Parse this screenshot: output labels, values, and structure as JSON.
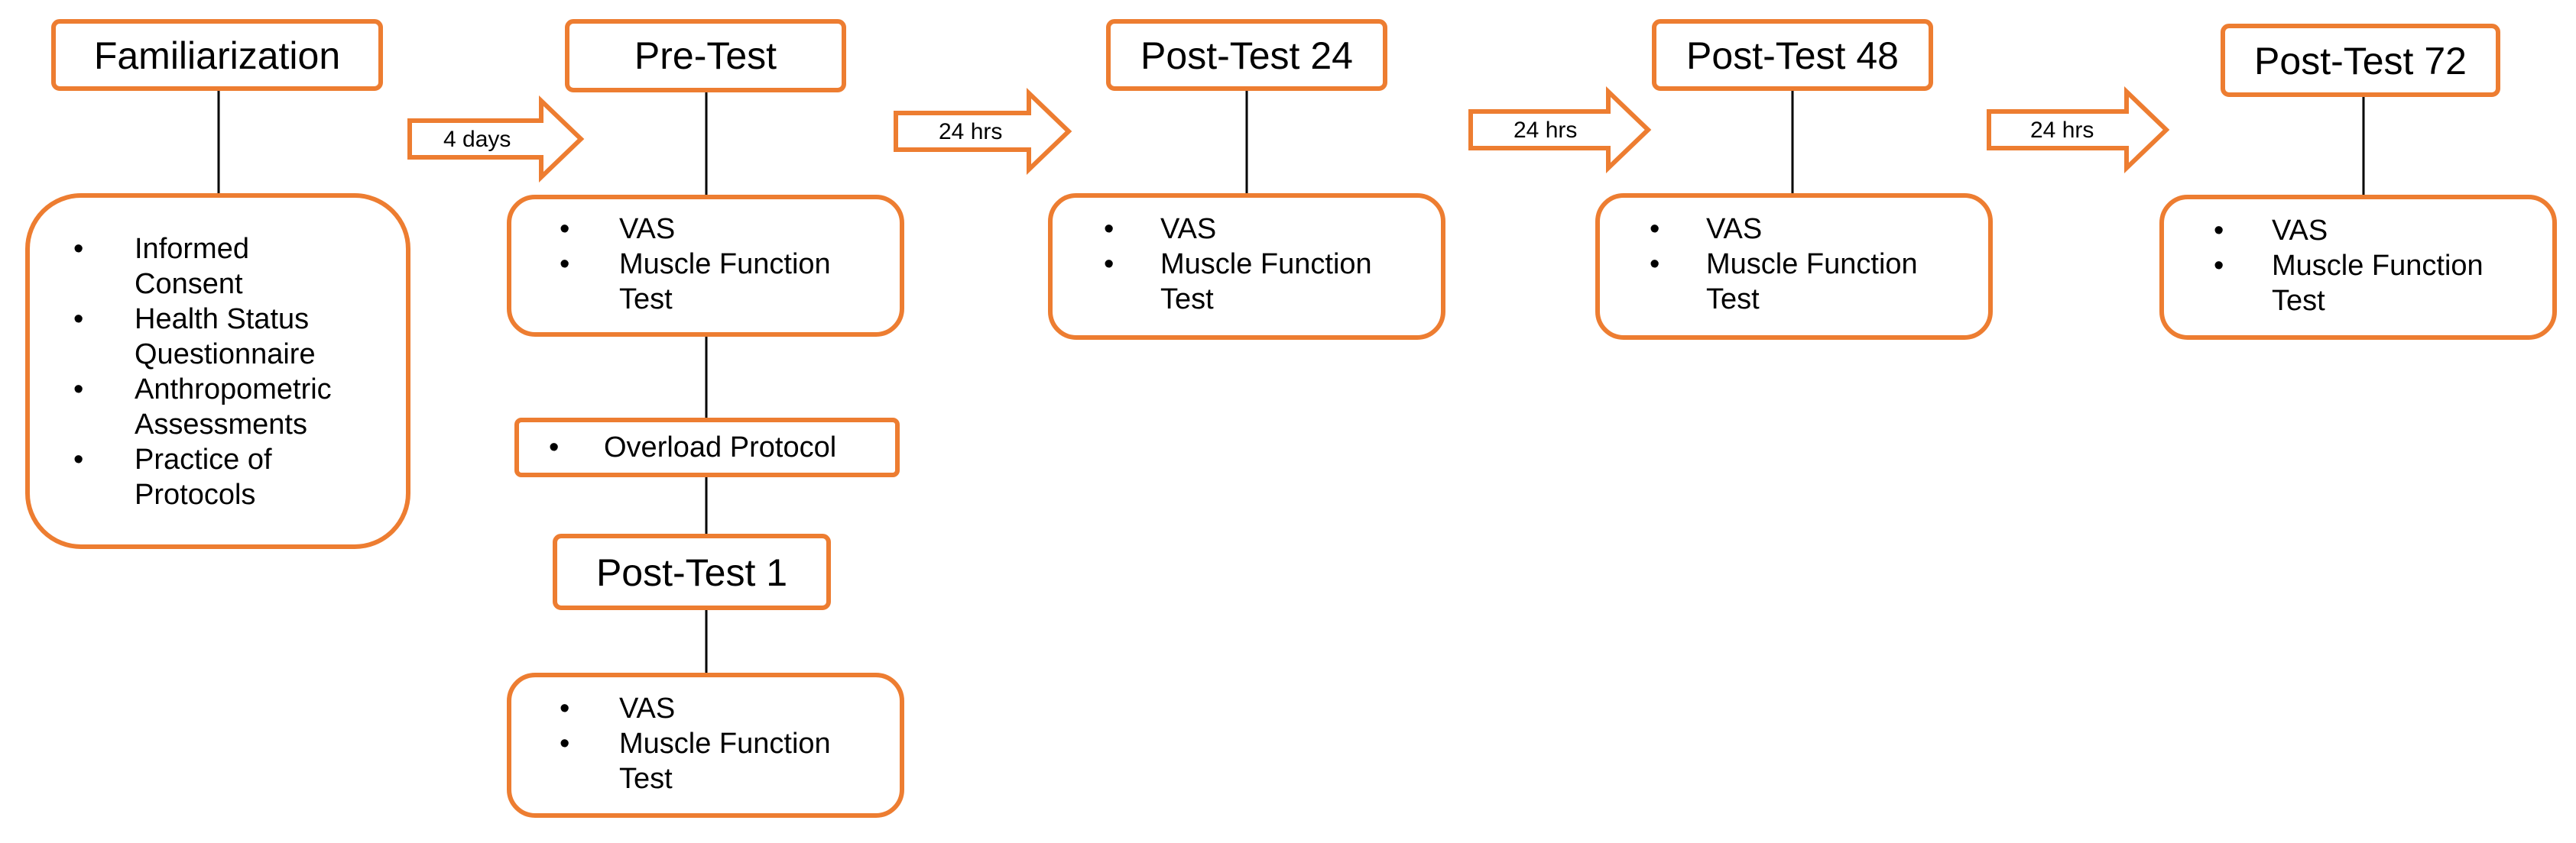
{
  "colors": {
    "accent": "#ED7D31",
    "line": "#000000",
    "background": "#FFFFFF"
  },
  "stages": {
    "familiarization": {
      "title": "Familiarization",
      "items": [
        [
          "Informed",
          "Consent"
        ],
        [
          "Health Status",
          "Questionnaire"
        ],
        [
          "Anthropometric",
          "Assessments"
        ],
        [
          "Practice of",
          "Protocols"
        ]
      ]
    },
    "pre_test": {
      "title": "Pre-Test",
      "items": [
        [
          "VAS"
        ],
        [
          "Muscle Function",
          "Test"
        ]
      ]
    },
    "overload": {
      "items": [
        [
          "Overload Protocol"
        ]
      ]
    },
    "post_test_1": {
      "title": "Post-Test 1",
      "items": [
        [
          "VAS"
        ],
        [
          "Muscle Function",
          "Test"
        ]
      ]
    },
    "post_test_24": {
      "title": "Post-Test 24",
      "items": [
        [
          "VAS"
        ],
        [
          "Muscle Function",
          "Test"
        ]
      ]
    },
    "post_test_48": {
      "title": "Post-Test 48",
      "items": [
        [
          "VAS"
        ],
        [
          "Muscle Function",
          "Test"
        ]
      ]
    },
    "post_test_72": {
      "title": "Post-Test 72",
      "items": [
        [
          "VAS"
        ],
        [
          "Muscle Function",
          "Test"
        ]
      ]
    }
  },
  "arrows": {
    "a1": "4 days",
    "a2": "24 hrs",
    "a3": "24 hrs",
    "a4": "24 hrs"
  }
}
